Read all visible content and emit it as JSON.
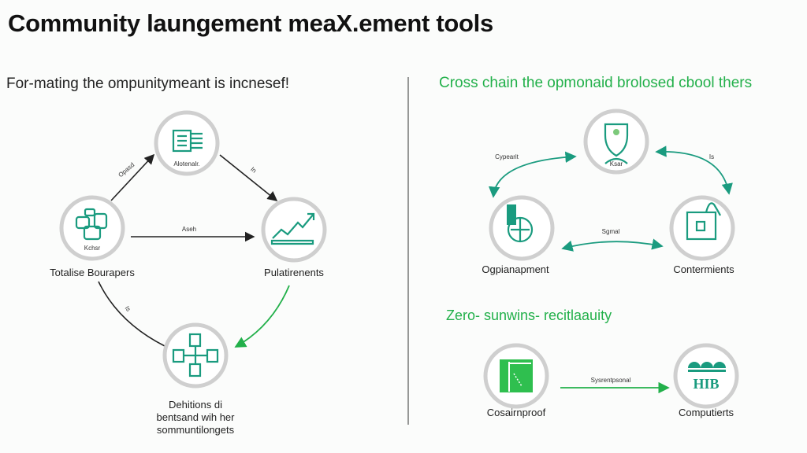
{
  "title": "Community laungement meaX.ement tools",
  "left_panel": {
    "subtitle": "For-mating the ompunitymeant is incnesef!",
    "nodes": [
      {
        "label": "Alotenalr.",
        "icon": "document-icon"
      },
      {
        "label": "Totalise Bourapers",
        "inner": "Kchsr",
        "icon": "network-icon"
      },
      {
        "label": "Pulatirenents",
        "icon": "growth-chart-icon"
      },
      {
        "label_lines": [
          "Dehitions di",
          "bentsand wih her",
          "sommuntilongets"
        ],
        "icon": "devices-network-icon"
      }
    ],
    "edges": [
      "Opasd",
      "In",
      "Aseh",
      "Is"
    ]
  },
  "right_panel": {
    "subtitle": "Cross chain the opmonaid brolosed cbool thers",
    "nodes": [
      {
        "label": "Ksar",
        "icon": "shield-icon"
      },
      {
        "label": "Ogpianapment",
        "icon": "globe-icon"
      },
      {
        "label": "Contermients",
        "icon": "frame-icon"
      }
    ],
    "edges": [
      "Cypearit",
      "Is",
      "Sgmal"
    ],
    "section2": {
      "subtitle": "Zero- sunwins- recitlaauity",
      "nodes": [
        {
          "label": "Cosairnproof",
          "icon": "green-panel-icon"
        },
        {
          "label": "Computierts",
          "icon": "hib-logo-icon"
        }
      ],
      "edge": "Sysrentpsonal"
    }
  },
  "colors": {
    "accent": "#22b04a",
    "teal": "#1a9b7f"
  }
}
